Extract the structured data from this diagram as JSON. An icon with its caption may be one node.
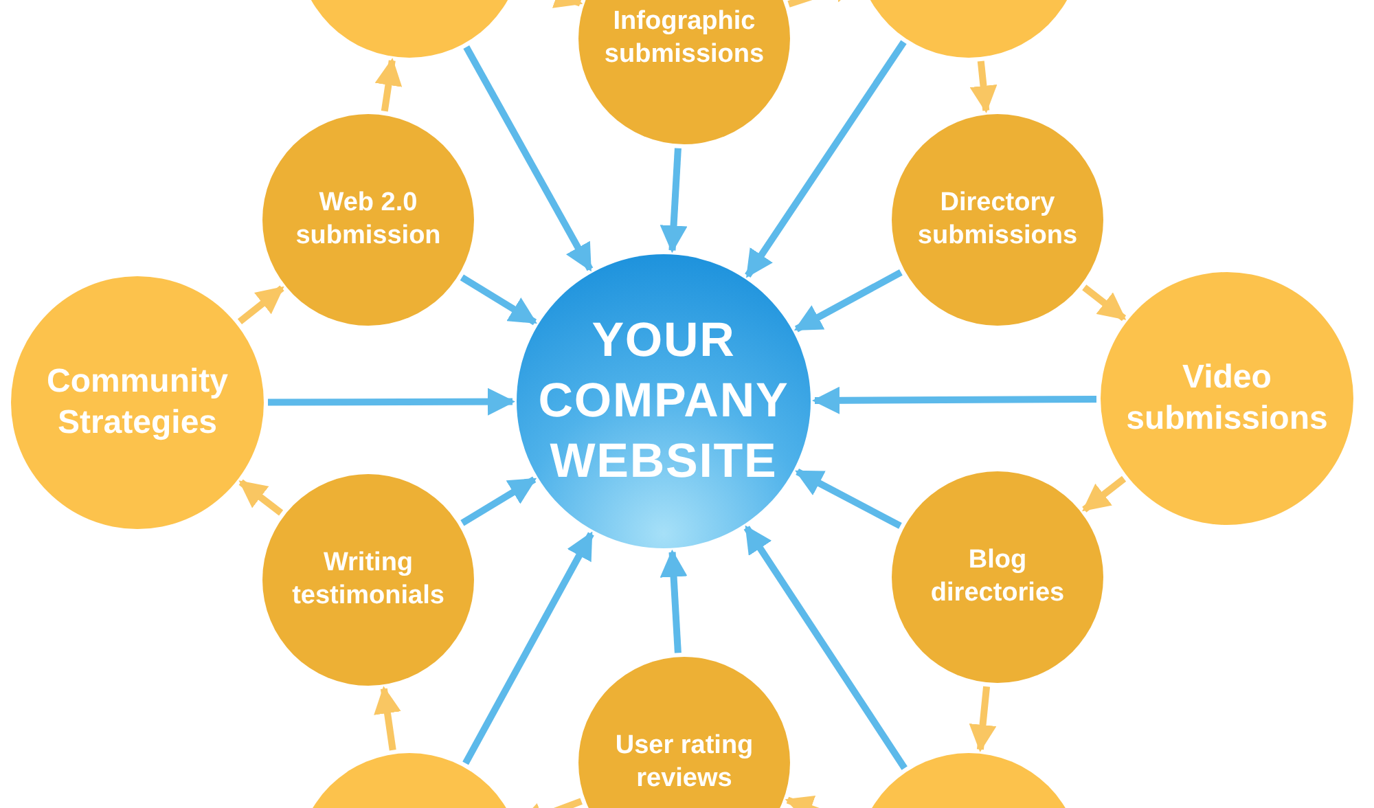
{
  "diagram": {
    "nodes": [
      {
        "text": [],
        "shape": "circle"
      },
      {
        "text": [
          "Infographic submissions"
        ]
      },
      {
        "text": [],
        "shape": "circle"
      },
      {
        "text": [
          "Web 2.0 submission"
        ]
      },
      {
        "text": [
          "Directory submissions"
        ]
      },
      {
        "text": [
          "Community Strategies"
        ]
      },
      {
        "text": [
          "YOUR COMPANY WEBSITE"
        ]
      },
      {
        "text": [
          "Video submissions"
        ]
      },
      {
        "text": [
          "Writing testimonials"
        ]
      },
      {
        "text": [
          "Blog directories"
        ]
      },
      {
        "text": [],
        "shape": "circle"
      },
      {
        "text": [
          "User rating reviews"
        ]
      },
      {
        "text": [],
        "shape": "circle"
      }
    ],
    "edges": [
      {
        "from": 0,
        "to": 6,
        "arrow": "to"
      },
      {
        "from": 1,
        "to": 6,
        "arrow": "to"
      },
      {
        "from": 2,
        "to": 6,
        "arrow": "to"
      },
      {
        "from": 3,
        "to": 6,
        "arrow": "to"
      },
      {
        "from": 4,
        "to": 6,
        "arrow": "to"
      },
      {
        "from": 5,
        "to": 6,
        "arrow": "to"
      },
      {
        "from": 7,
        "to": 6,
        "arrow": "to"
      },
      {
        "from": 8,
        "to": 6,
        "arrow": "to"
      },
      {
        "from": 9,
        "to": 6,
        "arrow": "to"
      },
      {
        "from": 10,
        "to": 6,
        "arrow": "to"
      },
      {
        "from": 11,
        "to": 6,
        "arrow": "to"
      },
      {
        "from": 12,
        "to": 6,
        "arrow": "to"
      },
      {
        "from": 10,
        "to": 8,
        "arrow": "to",
        "color": "#f9c662"
      },
      {
        "from": 8,
        "to": 5,
        "arrow": "to",
        "color": "#f9c662"
      },
      {
        "from": 5,
        "to": 3,
        "arrow": "to",
        "color": "#f9c662"
      },
      {
        "from": 3,
        "to": 0,
        "arrow": "to",
        "color": "#f9c662"
      },
      {
        "from": 0,
        "to": 1,
        "arrow": "to",
        "color": "#f9c662"
      },
      {
        "from": 1,
        "to": 2,
        "arrow": "to",
        "color": "#f9c662"
      },
      {
        "from": 2,
        "to": 4,
        "arrow": "to",
        "color": "#f9c662"
      },
      {
        "from": 4,
        "to": 7,
        "arrow": "to",
        "color": "#f9c662"
      },
      {
        "from": 7,
        "to": 9,
        "arrow": "to",
        "color": "#f9c662"
      },
      {
        "from": 9,
        "to": 12,
        "arrow": "to",
        "color": "#f9c662"
      },
      {
        "from": 12,
        "to": 11,
        "arrow": "to",
        "color": "#f9c662"
      },
      {
        "from": 11,
        "to": 10,
        "arrow": "to",
        "color": "#f9c662"
      }
    ]
  }
}
